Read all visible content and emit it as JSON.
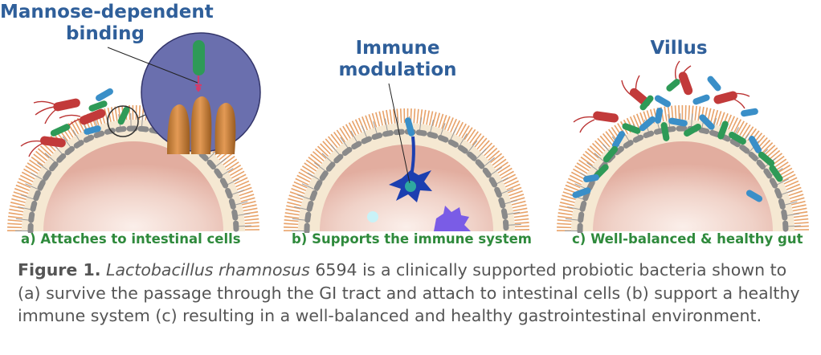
{
  "panels": {
    "a": {
      "heading_line1": "Mannose-dependent",
      "heading_line2": "binding",
      "subtitle": "a) Attaches to intestinal cells"
    },
    "b": {
      "heading_line1": "Immune",
      "heading_line2": "modulation",
      "subtitle": "b) Supports the immune system"
    },
    "c": {
      "heading": "Villus",
      "subtitle": "c) Well-balanced & healthy gut"
    }
  },
  "caption": {
    "label": "Figure 1.",
    "species": "Lactobacillus rhamnosus",
    "text": " 6594 is a clinically supported probiotic bacteria shown to (a) survive the passage through the GI tract and attach to intestinal cells (b) support a healthy immune system (c) resulting in a well-balanced and healthy gastrointestinal environment."
  },
  "colors": {
    "heading_blue": "#2f5f9a",
    "subtitle_green": "#2f8a3c",
    "caption_gray": "#555555",
    "bacteria_green": "#2e9a57",
    "bacteria_blue": "#3a8fc8",
    "pathogen_red": "#c23a3a",
    "zoom_circle": "#6a6fae",
    "immune_cell": "#1c3fb0",
    "villus_core": "#ecc6bc",
    "cell_tan": "#f5e8d2",
    "microvilli": "#e8a36a"
  }
}
